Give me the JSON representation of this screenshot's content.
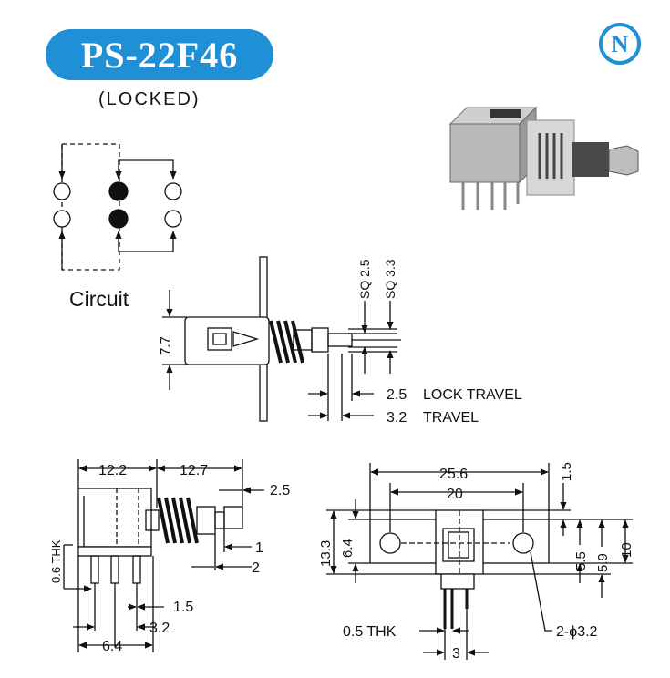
{
  "header": {
    "model": "PS-22F46",
    "variant": "(LOCKED)",
    "brand_letter": "N",
    "accent_color": "#1f8fd6"
  },
  "circuit": {
    "label": "Circuit"
  },
  "side_view": {
    "height_label": "7.7",
    "sq_small": "SQ 2.5",
    "sq_large": "SQ 3.3",
    "lock_travel_value": "2.5",
    "lock_travel_text": "LOCK TRAVEL",
    "travel_value": "3.2",
    "travel_text": "TRAVEL"
  },
  "front_view": {
    "dim_body": "12.2",
    "dim_plunger": "12.7",
    "dim_tip": "2.5",
    "dim_thk": "0.6 THK",
    "dim_1": "1",
    "dim_2": "2",
    "dim_pitch": "1.5",
    "dim_row": "3.2",
    "dim_width": "6.4"
  },
  "mount_view": {
    "dim_overall": "25.6",
    "dim_holes": "20",
    "dim_top": "1.5",
    "dim_height": "13.3",
    "dim_flange": "6.4",
    "dim_5_5": "5.5",
    "dim_5_9": "5.9",
    "dim_10": "10",
    "dim_thk": "0.5 THK",
    "dim_3": "3",
    "holes": "2-ϕ3.2"
  }
}
